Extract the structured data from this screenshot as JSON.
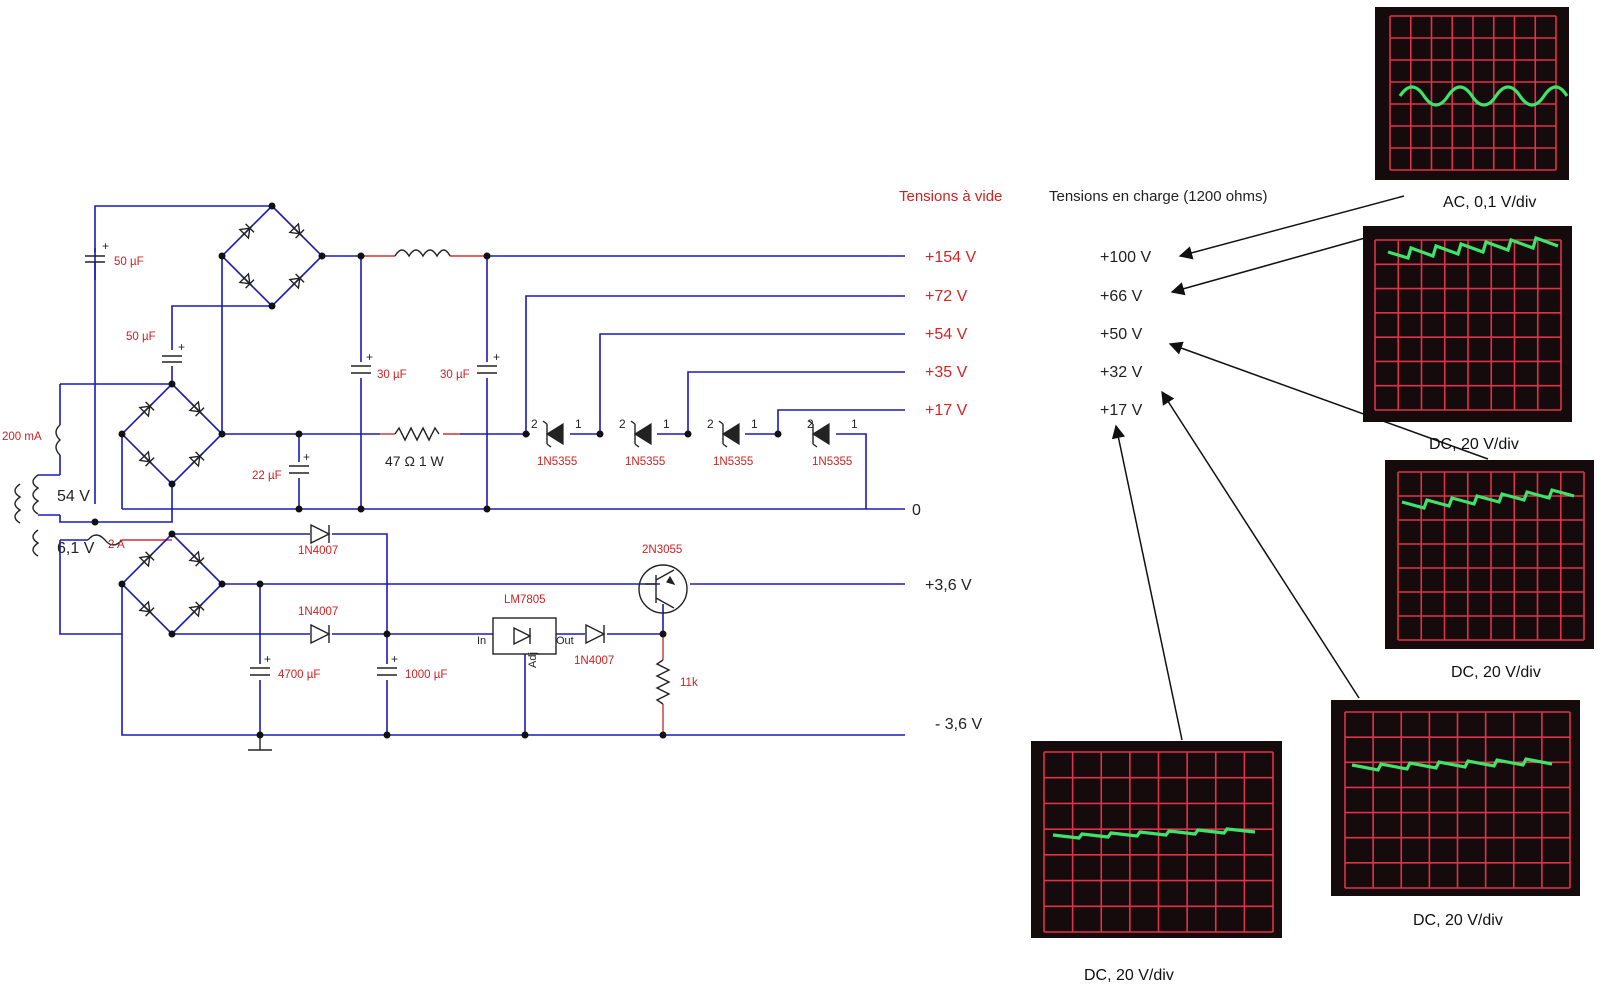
{
  "headers": {
    "no_load": "Tensions à vide",
    "load": "Tensions en charge (1200 ohms)"
  },
  "no_load_voltages": [
    "+154 V",
    "+72 V",
    "+54 V",
    "+35 V",
    "+17 V"
  ],
  "zero_rail": "0",
  "low_rails": [
    "+3,6 V",
    "- 3,6 V"
  ],
  "load_voltages": [
    "+100 V",
    "+66 V",
    "+50 V",
    "+32 V",
    "+17 V"
  ],
  "components": {
    "c_top": "50 µF",
    "c_mid": "50 µF",
    "fuse_hv": "200 mA",
    "winding_hv": "54 V",
    "winding_lv": "6,1 V",
    "fuse_lv": "2 A",
    "c_filter1": "30 µF",
    "c_filter2": "30 µF",
    "c_small": "22 µF",
    "resistor": "47 Ω   1 W",
    "zener1": "1N5355",
    "zener2": "1N5355",
    "zener3": "1N5355",
    "zener4": "1N5355",
    "diode1": "1N4007",
    "diode2": "1N4007",
    "diode3": "1N4007",
    "transistor": "2N3055",
    "regulator": "LM7805",
    "reg_in": "In",
    "reg_out": "Out",
    "reg_adj": "Adj",
    "c_big1": "4700 µF",
    "c_big2": "1000 µF",
    "r_11k": "11k"
  },
  "scopes": [
    {
      "caption": "AC, 0,1 V/div"
    },
    {
      "caption": "DC, 20 V/div"
    },
    {
      "caption": "DC, 20 V/div"
    },
    {
      "caption": "DC, 20 V/div"
    },
    {
      "caption": "DC, 20 V/div"
    }
  ]
}
